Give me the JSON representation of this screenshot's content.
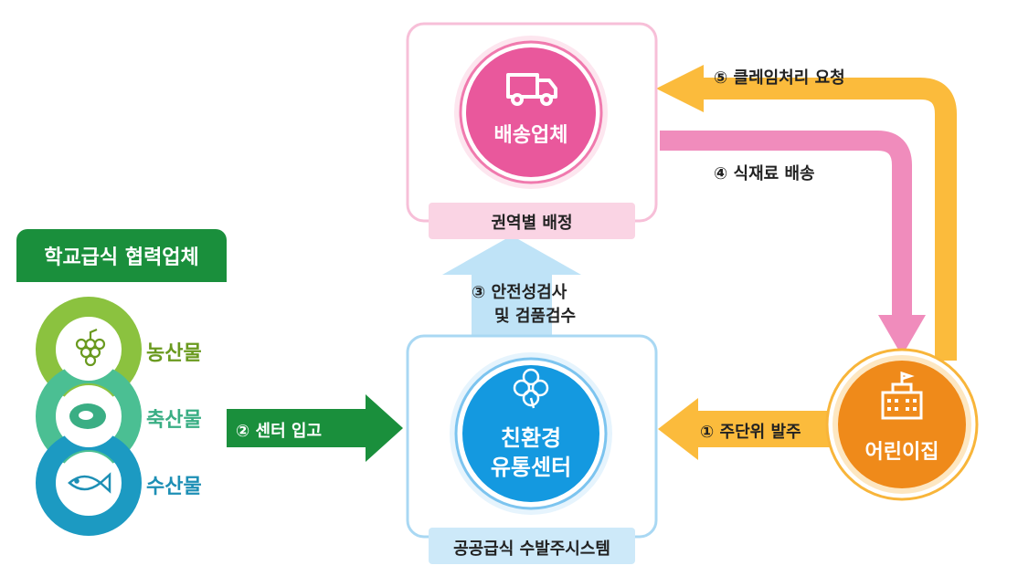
{
  "supplier": {
    "title": "학교급식 협력업체",
    "items": [
      {
        "label": "농산물",
        "color": "#6a9a1f",
        "icon": "grape-icon"
      },
      {
        "label": "축산물",
        "color": "#3aae84",
        "icon": "meat-icon"
      },
      {
        "label": "수산물",
        "color": "#1d8fb5",
        "icon": "fish-icon"
      }
    ]
  },
  "delivery": {
    "name": "배송업체",
    "footer": "권역별 배정",
    "icon": "truck-icon"
  },
  "center": {
    "name_line1": "친환경",
    "name_line2": "유통센터",
    "footer": "공공급식 수발주시스템",
    "icon": "clover-icon"
  },
  "daycare": {
    "name": "어린이집",
    "icon": "school-building-icon"
  },
  "steps": {
    "s1": "① 주단위 발주",
    "s2": "② 센터 입고",
    "s3_line1": "③ 안전성검사",
    "s3_line2": "및 검품검수",
    "s4": "④ 식재료 배송",
    "s5": "⑤ 클레임처리 요청"
  },
  "colors": {
    "green": "#1a8f3c",
    "pink": "#e9589c",
    "pink_light": "#f7a8cc",
    "blue": "#1499e0",
    "blue_light": "#bfe3f7",
    "orange": "#ef8a1a",
    "yellow": "#fbbb3c"
  }
}
